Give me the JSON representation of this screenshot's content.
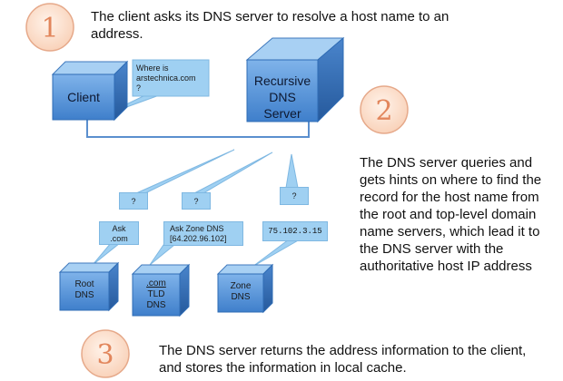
{
  "steps": [
    {
      "number": "1",
      "text": "The client asks its DNS server to resolve a host name to an address."
    },
    {
      "number": "2",
      "text": "The DNS server queries and gets hints on where to find the record for the host name from the root and top-level domain name servers, which lead it to the DNS server with the authoritative host IP address"
    },
    {
      "number": "3",
      "text": "The DNS server returns the address information to the client, and stores the information in local cache."
    }
  ],
  "nodes": {
    "client": "Client",
    "recursive_l1": "Recursive",
    "recursive_l2": "DNS",
    "recursive_l3": "Server",
    "root_l1": "Root",
    "root_l2": "DNS",
    "tld_l1": ".com",
    "tld_l2": "TLD",
    "tld_l3": "DNS",
    "zone_l1": "Zone",
    "zone_l2": "DNS"
  },
  "callouts": {
    "query_l1": "Where is",
    "query_l2": "arstechnica.com",
    "query_l3": "?",
    "q_root": "?",
    "q_tld": "?",
    "q_zone": "?",
    "ans_root_l1": "Ask",
    "ans_root_l2": ".com",
    "ans_tld_l1": "Ask Zone DNS",
    "ans_tld_l2": "[64.202.96.102]",
    "ans_zone": "75.102.3.15"
  },
  "colors": {
    "cube_front": "#4d8fd6",
    "cube_top": "#9ecbf3",
    "cube_side": "#2f6cb5",
    "callout": "#9fd0f2",
    "badge_fill": "#fbe3d2",
    "badge_border": "#e6a98a",
    "badge_text": "#e2865c"
  }
}
